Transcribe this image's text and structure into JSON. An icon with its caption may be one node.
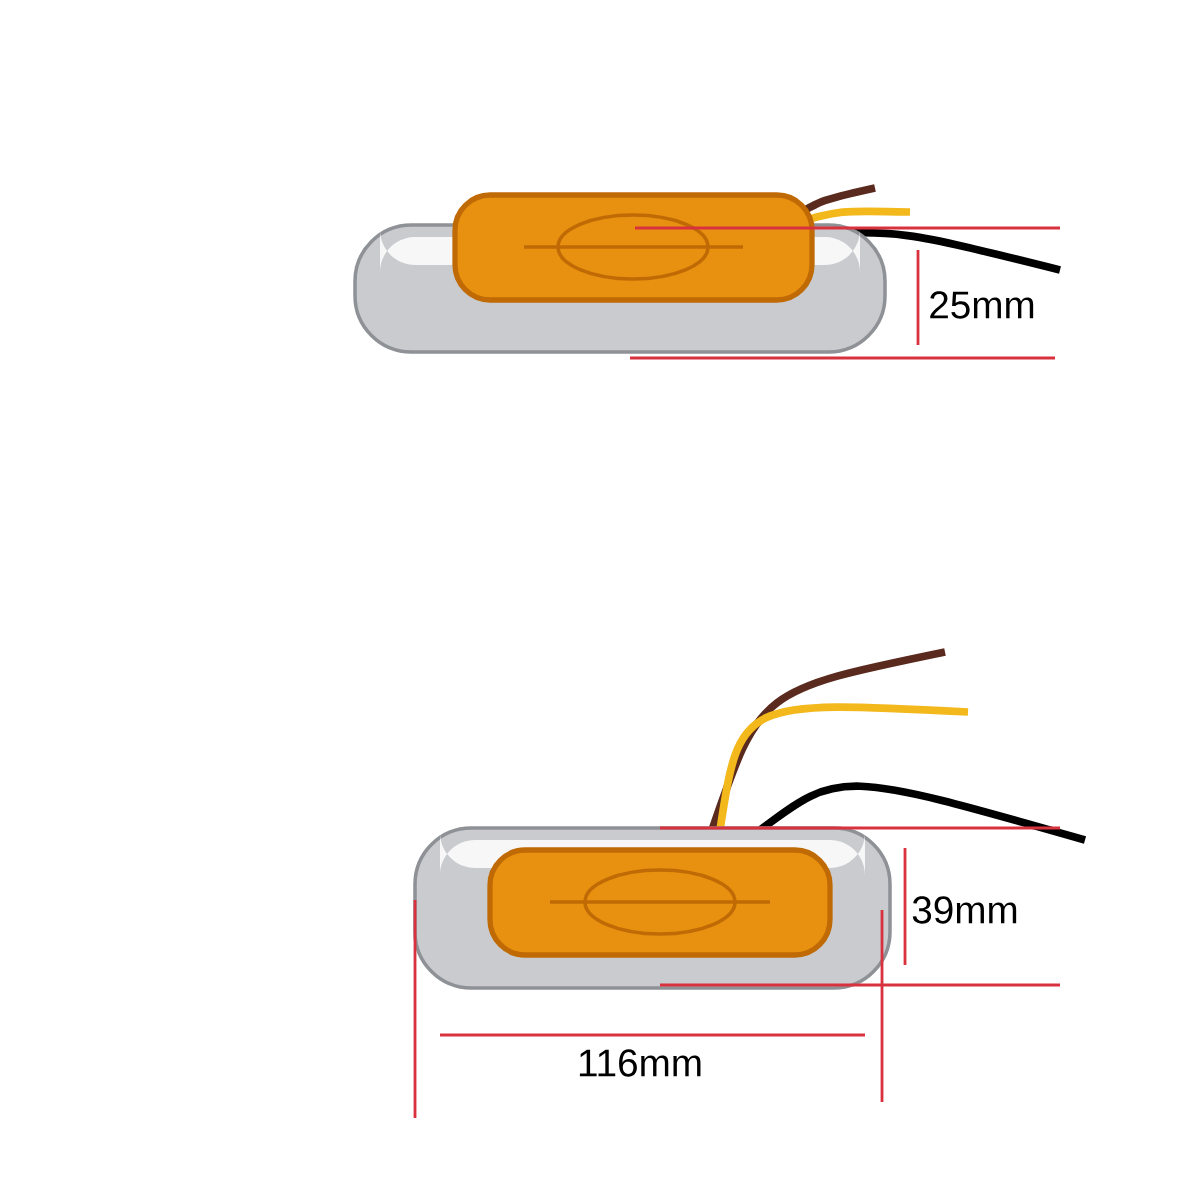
{
  "diagram": {
    "labels": [
      "25mm",
      "39mm",
      "116mm"
    ]
  }
}
